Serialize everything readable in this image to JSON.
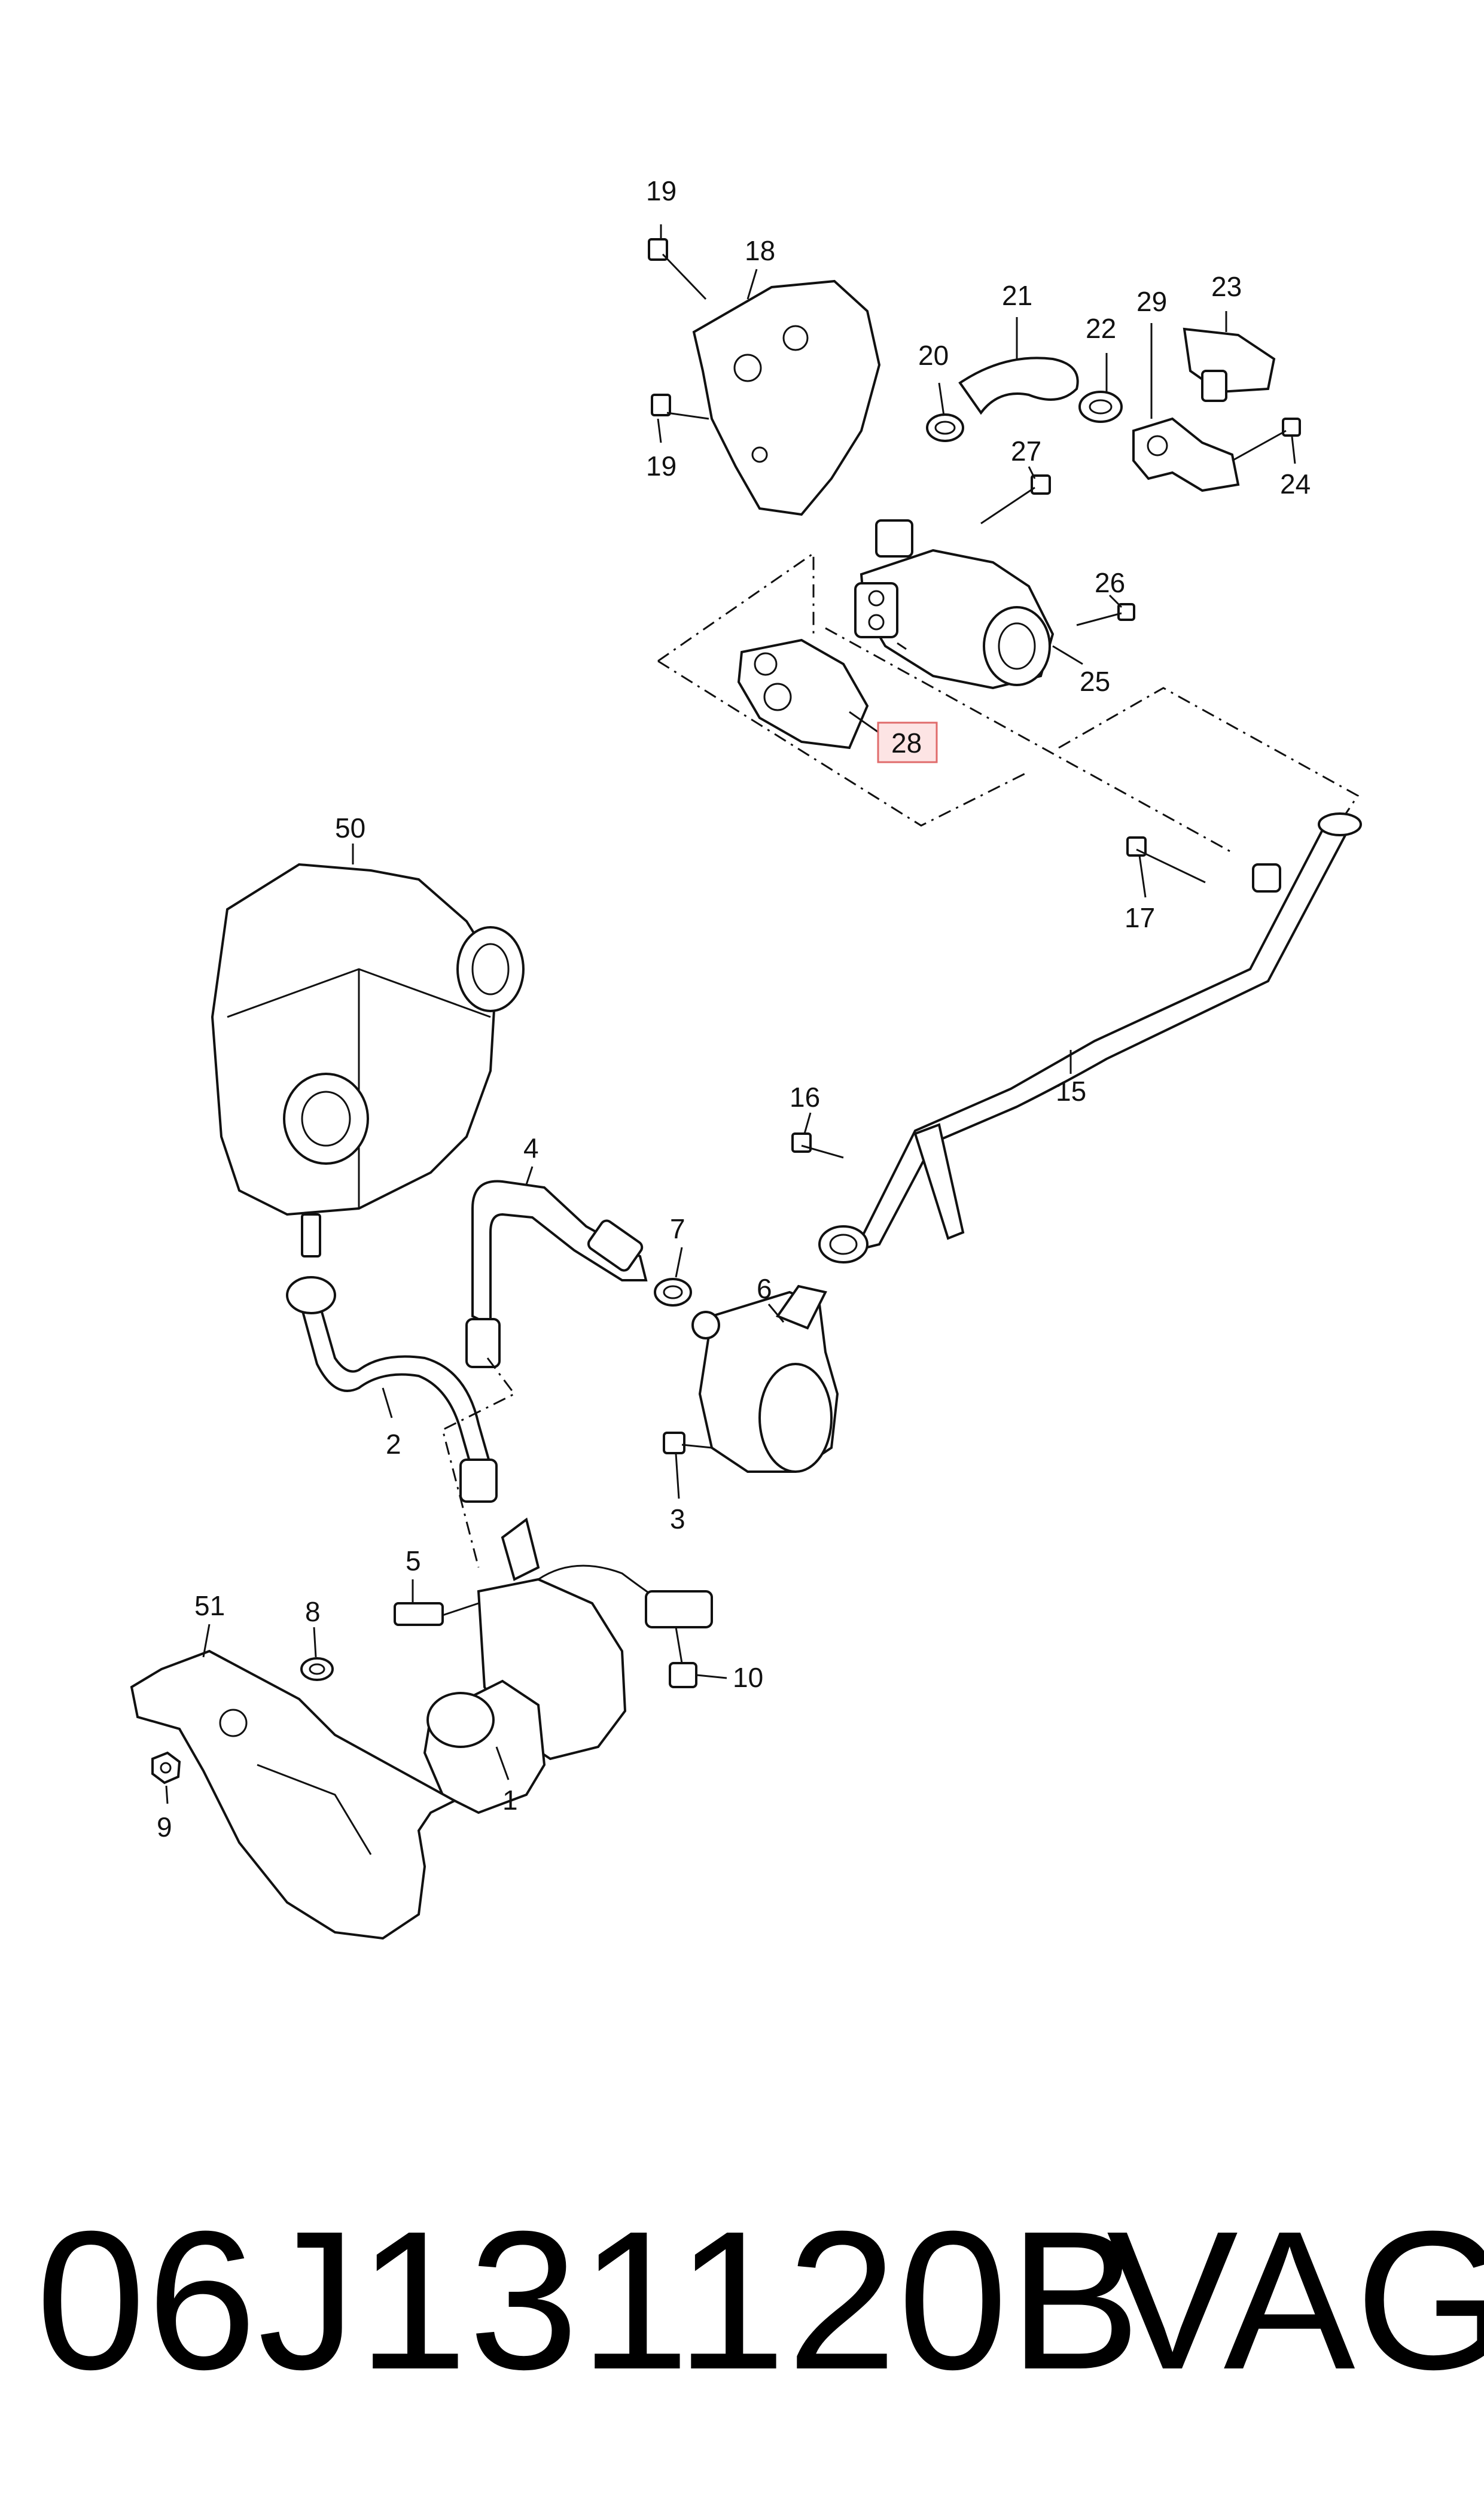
{
  "callouts": {
    "c1": "1",
    "c2": "2",
    "c3": "3",
    "c4": "4",
    "c5": "5",
    "c6": "6",
    "c7": "7",
    "c8": "8",
    "c9": "9",
    "c10": "10",
    "c15": "15",
    "c16": "16",
    "c17": "17",
    "c18": "18",
    "c19a": "19",
    "c19b": "19",
    "c20": "20",
    "c21": "21",
    "c22": "22",
    "c23": "23",
    "c24": "24",
    "c25": "25",
    "c26": "26",
    "c27": "27",
    "c28": "28",
    "c29": "29",
    "c50": "50",
    "c51": "51"
  },
  "highlighted_callout": "28",
  "highlight_color": "#e06b6b",
  "footer": {
    "part_number": "06J131120B",
    "brand": "VAG"
  }
}
